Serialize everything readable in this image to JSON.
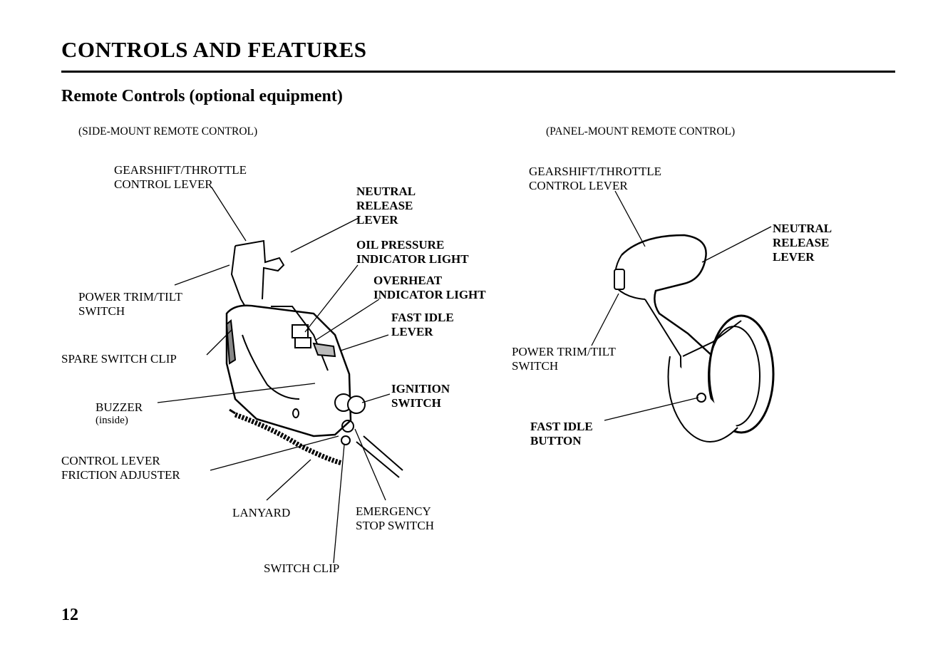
{
  "header": {
    "title": "CONTROLS AND FEATURES"
  },
  "section": {
    "title": "Remote Controls (optional equipment)"
  },
  "side_mount": {
    "caption": "(SIDE-MOUNT REMOTE CONTROL)",
    "labels": {
      "gearshift": "GEARSHIFT/THROTTLE\nCONTROL LEVER",
      "neutral_release": "NEUTRAL\nRELEASE\nLEVER",
      "oil_pressure": "OIL PRESSURE\nINDICATOR LIGHT",
      "overheat": "OVERHEAT\nINDICATOR LIGHT",
      "fast_idle": "FAST IDLE\nLEVER",
      "power_trim": "POWER TRIM/TILT\nSWITCH",
      "spare_clip": "SPARE SWITCH CLIP",
      "buzzer": "BUZZER",
      "buzzer_note": "(inside)",
      "ignition": "IGNITION\nSWITCH",
      "friction": "CONTROL LEVER\nFRICTION ADJUSTER",
      "lanyard": "LANYARD",
      "emergency": "EMERGENCY\nSTOP SWITCH",
      "switch_clip": "SWITCH CLIP"
    }
  },
  "panel_mount": {
    "caption": "(PANEL-MOUNT REMOTE CONTROL)",
    "labels": {
      "gearshift": "GEARSHIFT/THROTTLE\nCONTROL LEVER",
      "neutral_release": "NEUTRAL\nRELEASE\nLEVER",
      "power_trim": "POWER TRIM/TILT\nSWITCH",
      "fast_idle": "FAST IDLE\nBUTTON"
    }
  },
  "page_number": "12"
}
